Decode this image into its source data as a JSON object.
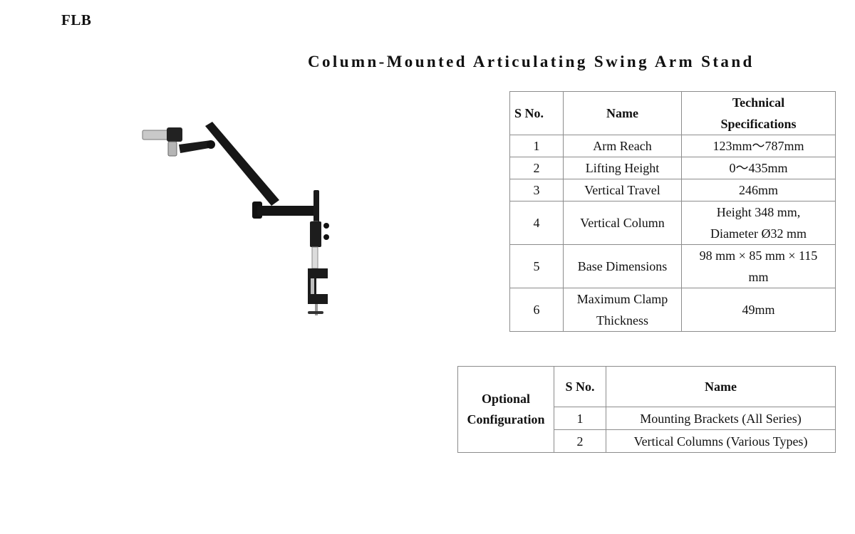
{
  "header": {
    "model_code": "FLB",
    "title": "Column-Mounted Articulating Swing Arm Stand"
  },
  "illustration": {
    "icon": "swing-arm-stand-illustration"
  },
  "spec_table": {
    "headers": {
      "sno": "S No.",
      "name": "Name",
      "spec_line1": "Technical",
      "spec_line2": "Specifications"
    },
    "rows": [
      {
        "sno": "1",
        "name": "Arm Reach",
        "spec": "123mm～787mm"
      },
      {
        "sno": "2",
        "name": "Lifting Height",
        "spec": "0～435mm"
      },
      {
        "sno": "3",
        "name": "Vertical Travel",
        "spec": "246mm"
      },
      {
        "sno": "4",
        "name": "Vertical Column",
        "spec_line1": "Height 348 mm,",
        "spec_line2": "Diameter Ø32 mm"
      },
      {
        "sno": "5",
        "name": "Base Dimensions",
        "spec_line1": "98 mm × 85 mm × 115",
        "spec_line2": "mm"
      },
      {
        "sno": "6",
        "name_line1": "Maximum Clamp",
        "name_line2": "Thickness",
        "spec": "49mm"
      }
    ]
  },
  "optional_table": {
    "label_line1": "Optional",
    "label_line2": "Configuration",
    "headers": {
      "sno": "S No.",
      "name": "Name"
    },
    "rows": [
      {
        "sno": "1",
        "name": "Mounting Brackets (All Series)"
      },
      {
        "sno": "2",
        "name": "Vertical Columns (Various Types)"
      }
    ]
  }
}
